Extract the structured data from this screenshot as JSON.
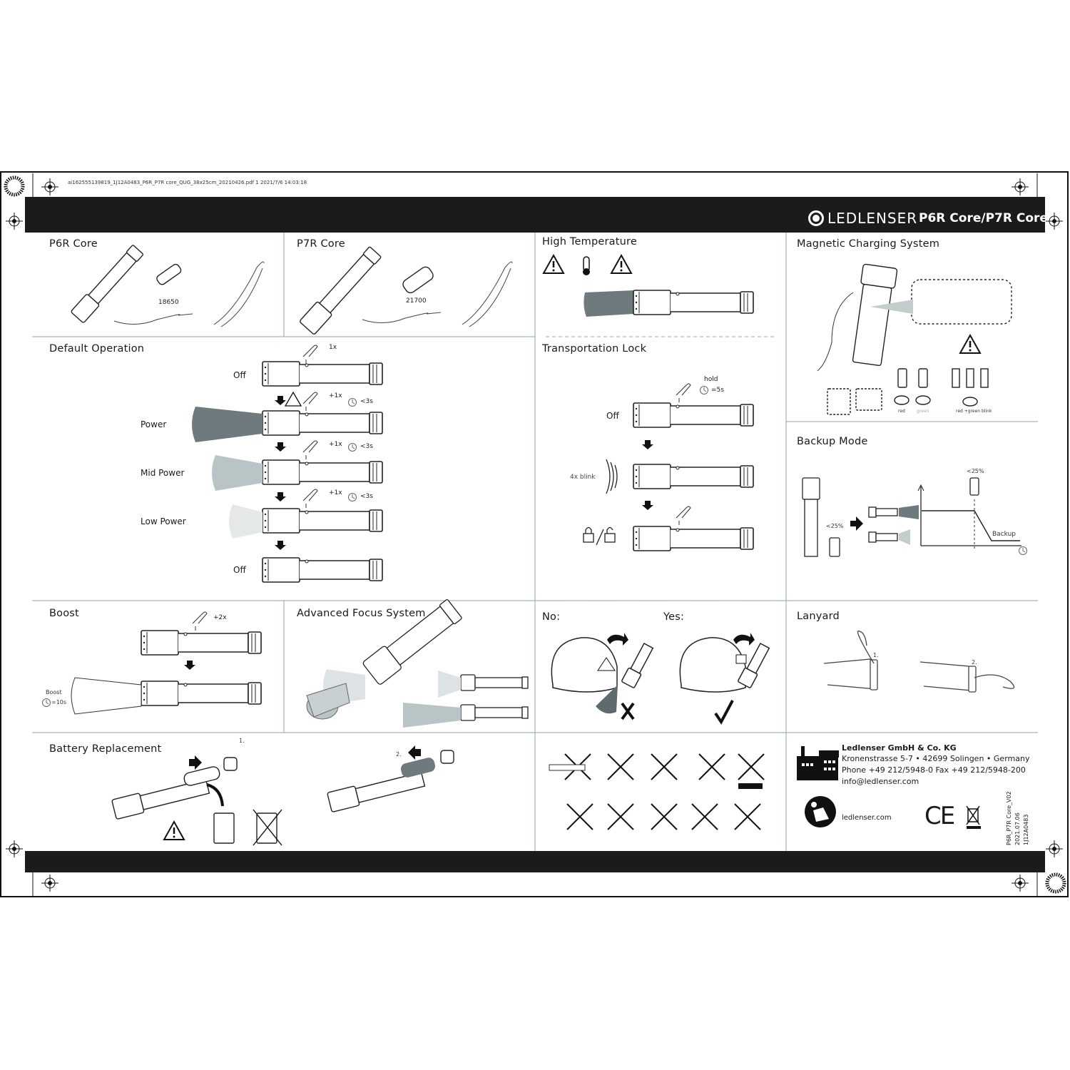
{
  "file_tag": "ai162555139819_1J12A0483_P6R_P7R core_QUG_38x25cm_20210426.pdf  1  2021/7/6  14:03:18",
  "header": {
    "brand": "LEDLENSER",
    "product": "P6R Core/P7R Core"
  },
  "p6r": {
    "title": "P6R Core",
    "battery": "18650"
  },
  "p7r": {
    "title": "P7R Core",
    "battery": "21700"
  },
  "high_temp": {
    "title": "High Temperature"
  },
  "magnetic": {
    "title": "Magnetic Charging System",
    "red": "red",
    "green": "green",
    "red_green": "red +green blink"
  },
  "default_op": {
    "title": "Default Operation",
    "off": "Off",
    "power": "Power",
    "mid": "Mid Power",
    "low": "Low Power",
    "off2": "Off",
    "press1": "1x",
    "press2": "+1x",
    "press3": "+1x",
    "press4": "+1x",
    "t1": "<3s",
    "t2": "<3s",
    "t3": "<3s"
  },
  "transport": {
    "title": "Transportation Lock",
    "hold": "hold",
    "time": "=5s",
    "off": "Off",
    "blink": "4x blink"
  },
  "backup": {
    "title": "Backup Mode",
    "pct1": "<25%",
    "pct2": "<25%",
    "label": "Backup"
  },
  "boost": {
    "title": "Boost",
    "press": "+2x",
    "label": "Boost",
    "time": "=10s"
  },
  "afs": {
    "title": "Advanced Focus System"
  },
  "no_yes": {
    "no": "No:",
    "yes": "Yes:"
  },
  "lanyard": {
    "title": "Lanyard",
    "s1": "1.",
    "s2": "2."
  },
  "battery": {
    "title": "Battery Replacement",
    "s1": "1.",
    "s2": "2."
  },
  "company": {
    "name": "Ledlenser GmbH & Co. KG",
    "address": "Kronenstrasse  5-7 • 42699 Solingen • Germany",
    "phone": "Phone +49 212/5948-0 Fax +49 212/5948-200",
    "email": "info@ledlenser.com",
    "web": "ledlenser.com"
  },
  "doc_code": [
    "P6R_P7R Core_V02",
    "2021.07.06",
    "1J12A0483"
  ],
  "ce": "CE"
}
